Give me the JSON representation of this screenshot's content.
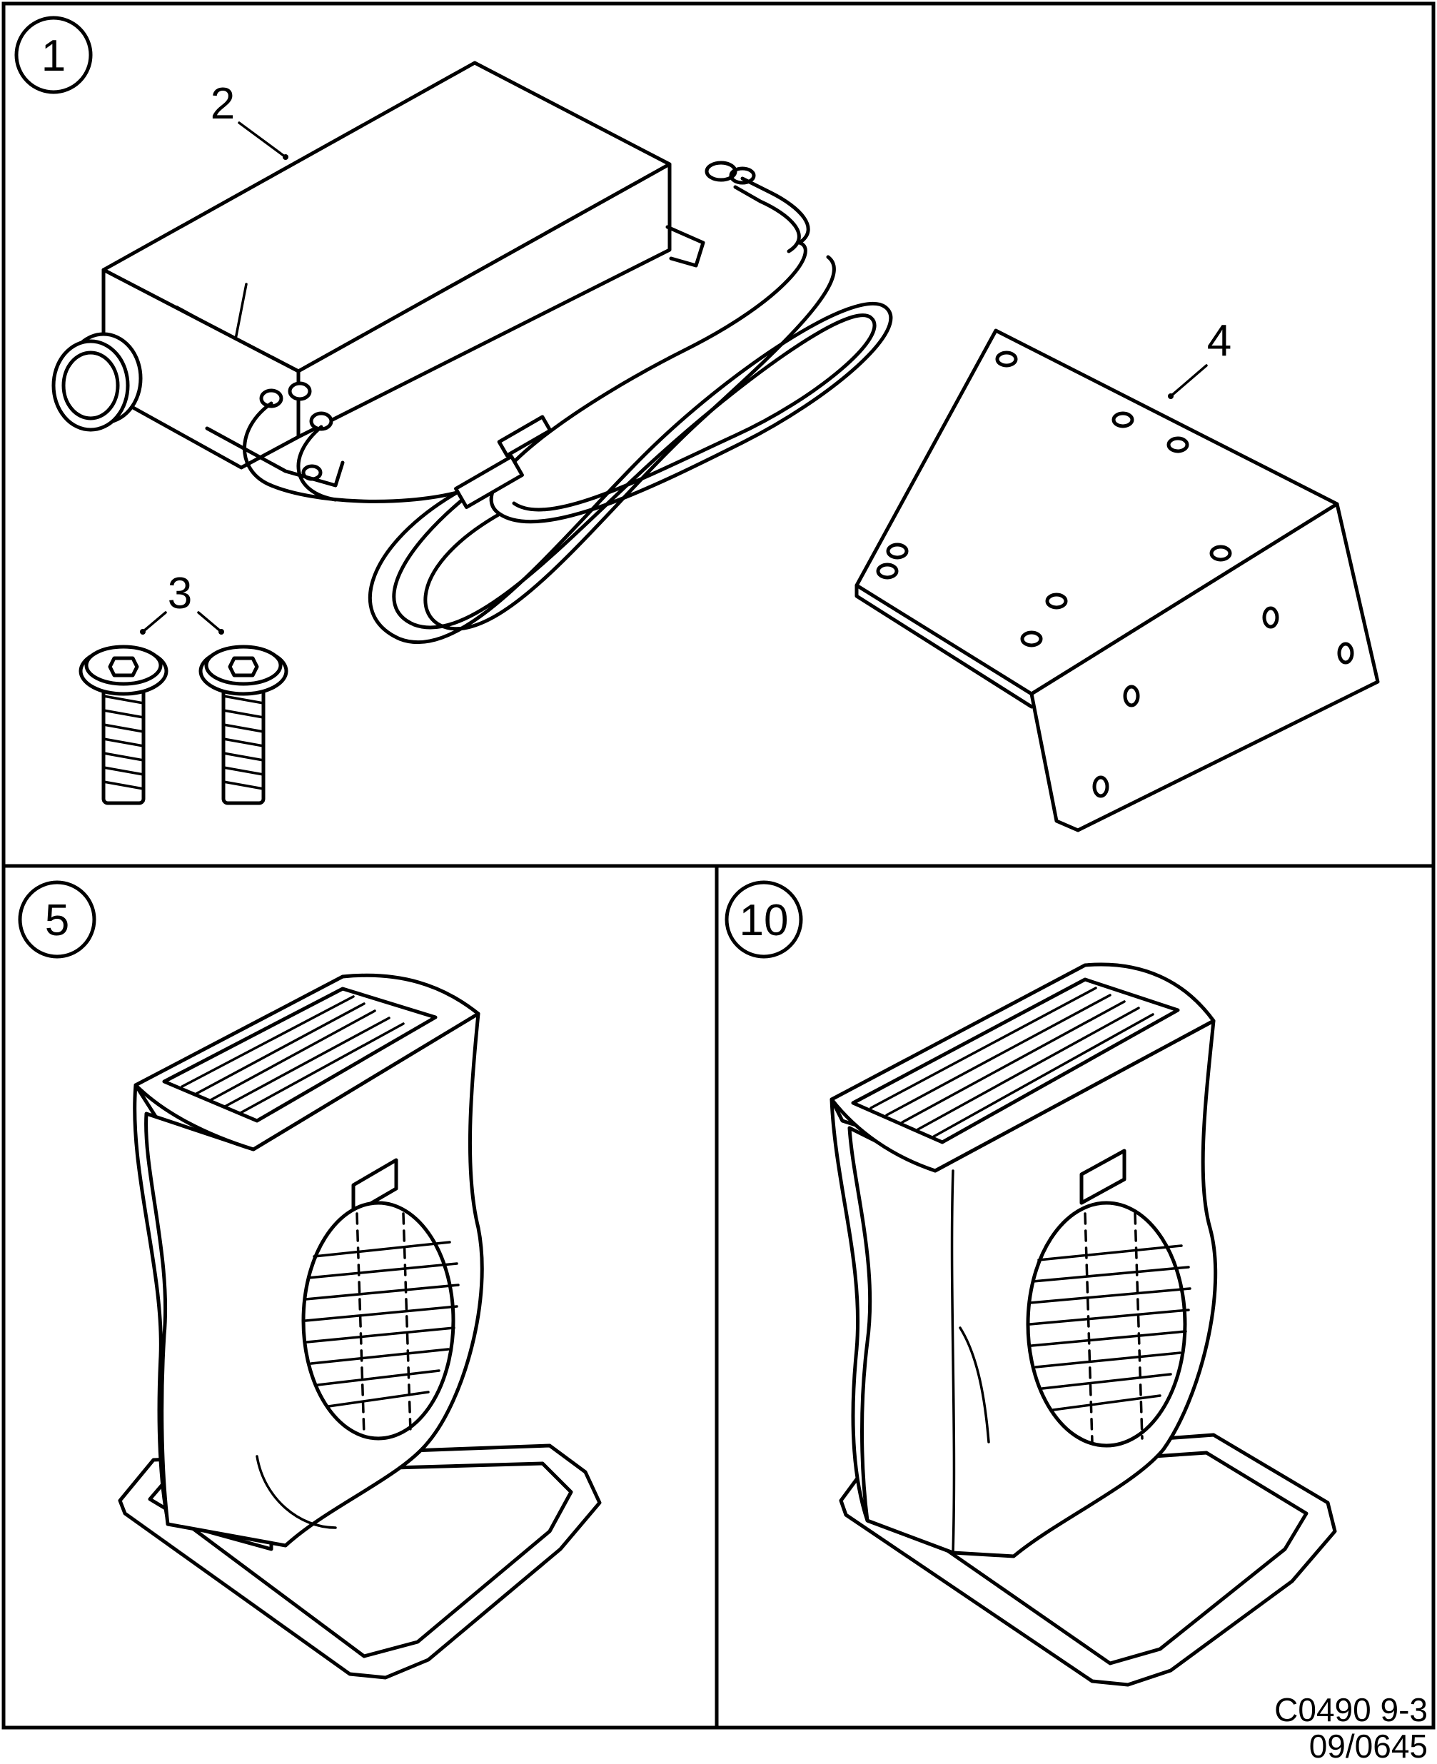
{
  "panels": [
    {
      "id": "panel-1",
      "callout": "1"
    },
    {
      "id": "panel-5",
      "callout": "5"
    },
    {
      "id": "panel-10",
      "callout": "10"
    }
  ],
  "part_labels": {
    "control_unit": "2",
    "screws": "3",
    "bracket": "4"
  },
  "footer": {
    "figure_code": "C0490 9-3",
    "doc_number": "09/0645"
  }
}
